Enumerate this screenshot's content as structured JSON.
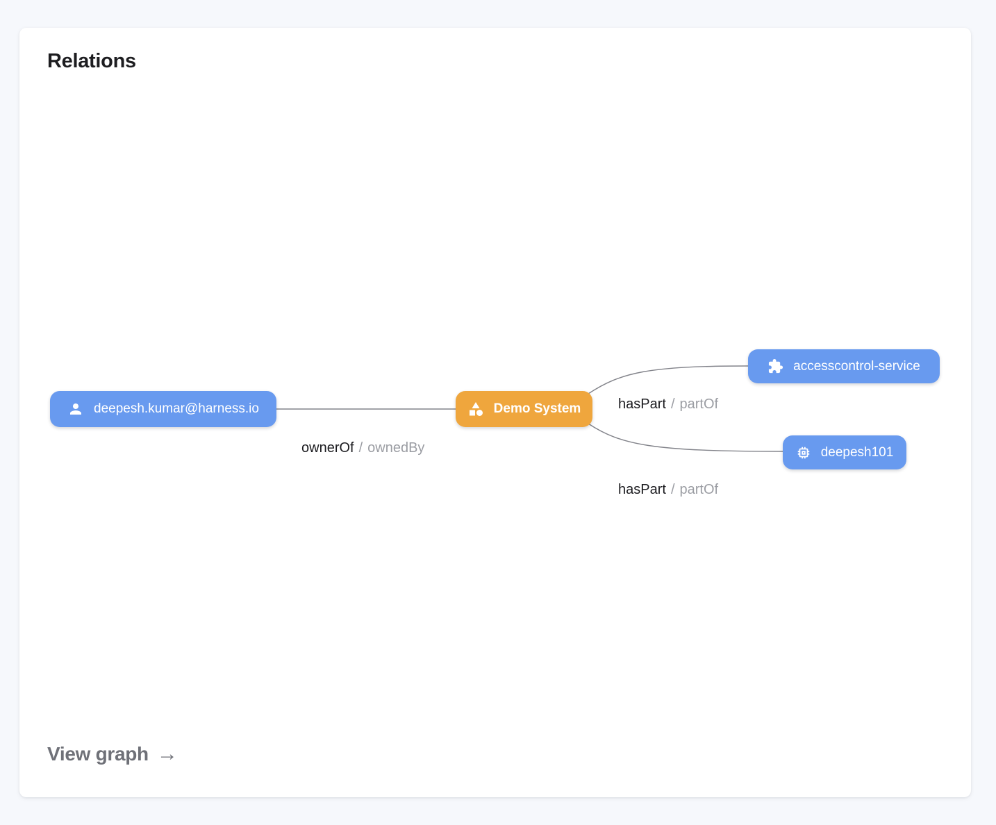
{
  "card": {
    "title": "Relations",
    "footer_link": "View graph",
    "footer_arrow": "→"
  },
  "graph": {
    "nodes": [
      {
        "id": "user",
        "label": "deepesh.kumar@harness.io",
        "icon": "person-icon",
        "color": "#689AEF"
      },
      {
        "id": "demo-system",
        "label": "Demo System",
        "icon": "category-icon",
        "color": "#EFA63D"
      },
      {
        "id": "accesscontrol-service",
        "label": "accesscontrol-service",
        "icon": "puzzle-icon",
        "color": "#689AEF"
      },
      {
        "id": "deepesh101",
        "label": "deepesh101",
        "icon": "chip-icon",
        "color": "#689AEF"
      }
    ],
    "edges": [
      {
        "from": "user",
        "to": "demo-system",
        "label": "ownerOf",
        "separator": "/",
        "label_reverse": "ownedBy"
      },
      {
        "from": "demo-system",
        "to": "accesscontrol-service",
        "label": "hasPart",
        "separator": "/",
        "label_reverse": "partOf"
      },
      {
        "from": "demo-system",
        "to": "deepesh101",
        "label": "hasPart",
        "separator": "/",
        "label_reverse": "partOf"
      }
    ]
  },
  "colors": {
    "node_blue": "#689AEF",
    "node_orange": "#EFA63D",
    "edge_line": "#82838A",
    "label_primary": "#1B1B1F",
    "label_secondary": "#9B9DA3",
    "page_background": "#F6F8FC",
    "card_background": "#FFFFFF",
    "footer_link": "#6F7178"
  }
}
